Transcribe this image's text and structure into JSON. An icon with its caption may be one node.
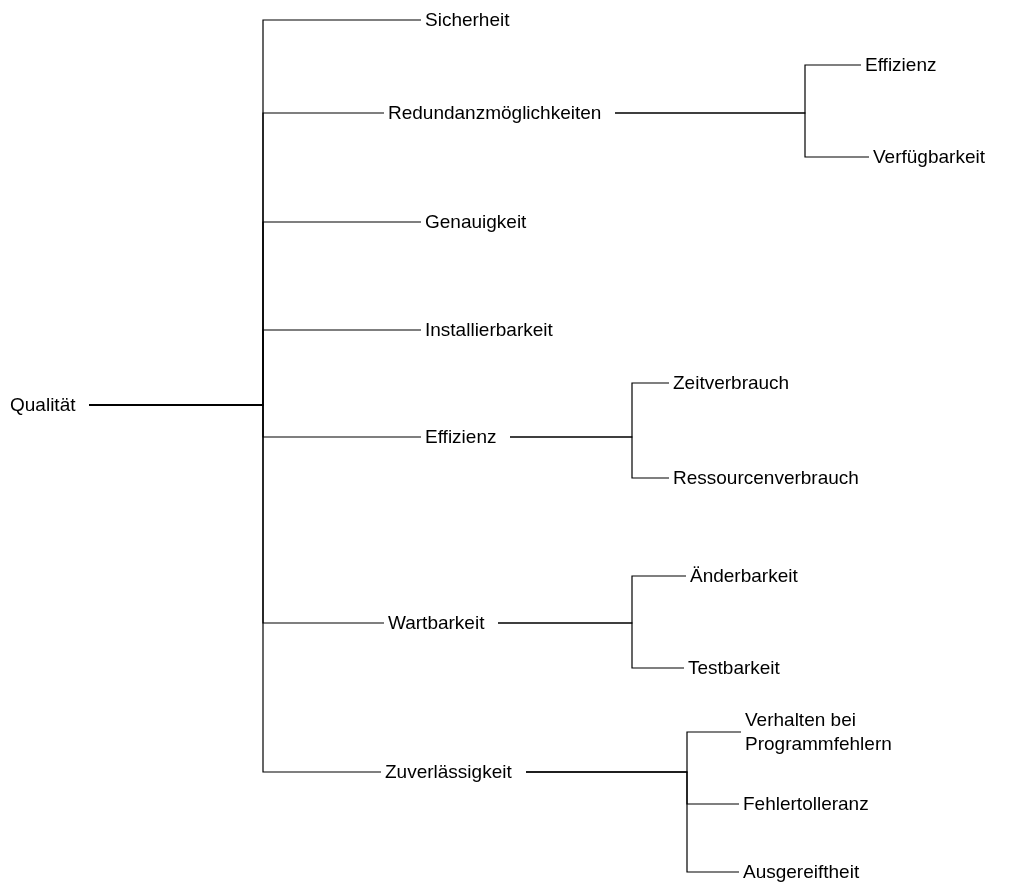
{
  "diagram": {
    "nodes": [
      {
        "text": [
          "Qualität"
        ]
      },
      {
        "text": [
          "Sicherheit"
        ]
      },
      {
        "text": [
          "Redundanzmöglichkeiten"
        ]
      },
      {
        "text": [
          "Effizienz"
        ]
      },
      {
        "text": [
          "Verfügbarkeit"
        ]
      },
      {
        "text": [
          "Genauigkeit"
        ]
      },
      {
        "text": [
          "Installierbarkeit"
        ]
      },
      {
        "text": [
          "Effizienz"
        ]
      },
      {
        "text": [
          "Zeitverbrauch"
        ]
      },
      {
        "text": [
          "Ressourcenverbrauch"
        ]
      },
      {
        "text": [
          "Wartbarkeit"
        ]
      },
      {
        "text": [
          "Änderbarkeit"
        ]
      },
      {
        "text": [
          "Testbarkeit"
        ]
      },
      {
        "text": [
          "Zuverlässigkeit"
        ]
      },
      {
        "text": [
          "Verhalten bei Programmfehlern"
        ]
      },
      {
        "text": [
          "Fehlertolleranz"
        ]
      },
      {
        "text": [
          "Ausgereiftheit"
        ]
      }
    ],
    "edges": [
      {
        "from": 0,
        "to": 1,
        "arrow": "none"
      },
      {
        "from": 0,
        "to": 2,
        "arrow": "none"
      },
      {
        "from": 0,
        "to": 5,
        "arrow": "none"
      },
      {
        "from": 0,
        "to": 6,
        "arrow": "none"
      },
      {
        "from": 0,
        "to": 7,
        "arrow": "none"
      },
      {
        "from": 0,
        "to": 10,
        "arrow": "none"
      },
      {
        "from": 0,
        "to": 13,
        "arrow": "none"
      },
      {
        "from": 2,
        "to": 3,
        "arrow": "none"
      },
      {
        "from": 2,
        "to": 4,
        "arrow": "none"
      },
      {
        "from": 7,
        "to": 8,
        "arrow": "none"
      },
      {
        "from": 7,
        "to": 9,
        "arrow": "none"
      },
      {
        "from": 10,
        "to": 11,
        "arrow": "none"
      },
      {
        "from": 10,
        "to": 12,
        "arrow": "none"
      },
      {
        "from": 13,
        "to": 14,
        "arrow": "none"
      },
      {
        "from": 13,
        "to": 15,
        "arrow": "none"
      },
      {
        "from": 13,
        "to": 16,
        "arrow": "none"
      }
    ]
  }
}
